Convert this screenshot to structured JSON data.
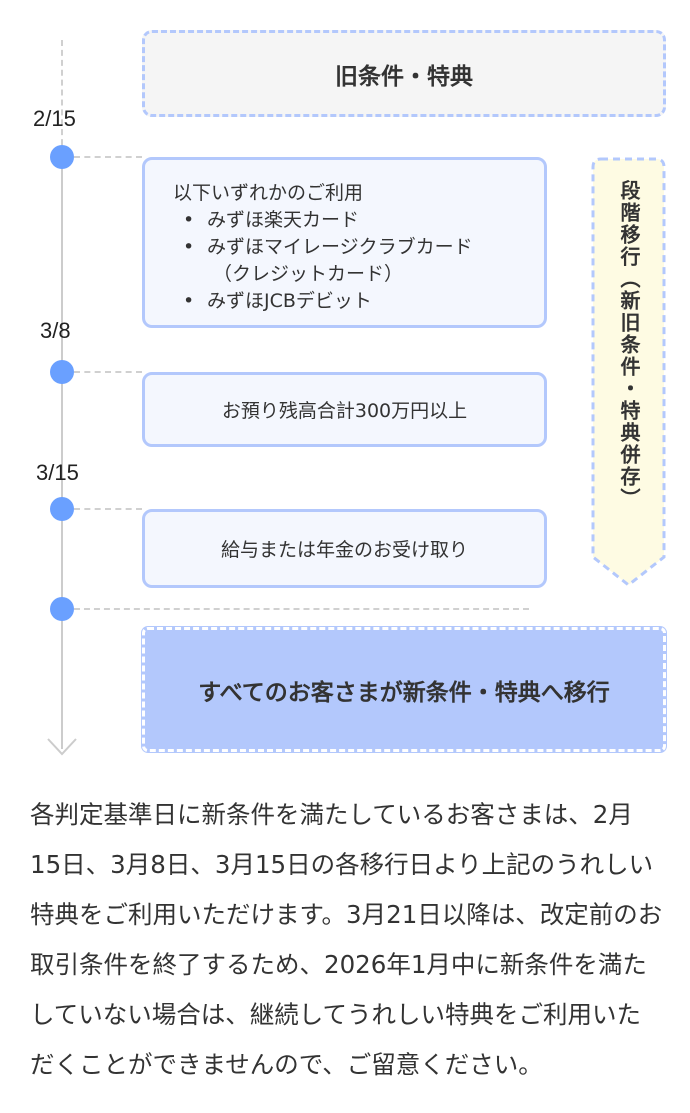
{
  "timeline": {
    "dates": [
      "2/15",
      "3/8",
      "3/15"
    ],
    "colors": {
      "dot": "#6aa0ff",
      "line": "#cccccc",
      "box_border": "#b3c8fc",
      "box_fill": "#f4f7fe",
      "old_fill": "#f5f5f5",
      "banner_fill": "#fefbe3",
      "final_fill": "#b3c8fc"
    }
  },
  "old_conditions": {
    "label": "旧条件・特典"
  },
  "conditions": {
    "card": {
      "heading": "以下いずれかのご利用",
      "bullet": "•",
      "items": [
        {
          "text": "みずほ楽天カード",
          "sub": ""
        },
        {
          "text": "みずほマイレージクラブカード",
          "sub": "（クレジットカード）"
        },
        {
          "text": "みずほJCBデビット",
          "sub": ""
        }
      ]
    },
    "balance": {
      "label": "お預り残高合計300万円以上"
    },
    "salary": {
      "label": "給与または年金のお受け取り"
    }
  },
  "transition_banner": {
    "label": "段階移行（新旧条件・特典併存）"
  },
  "final": {
    "label": "すべてのお客さまが新条件・特典へ移行"
  },
  "note": {
    "text": "各判定基準日に新条件を満たしているお客さまは、2月15日、3月8日、3月15日の各移行日より上記のうれしい特典をご利用いただけます。3月21日以降は、改定前のお取引条件を終了するため、2026年1月中に新条件を満たしていない場合は、継続してうれしい特典をご利用いただくことができませんので、ご留意ください。"
  }
}
